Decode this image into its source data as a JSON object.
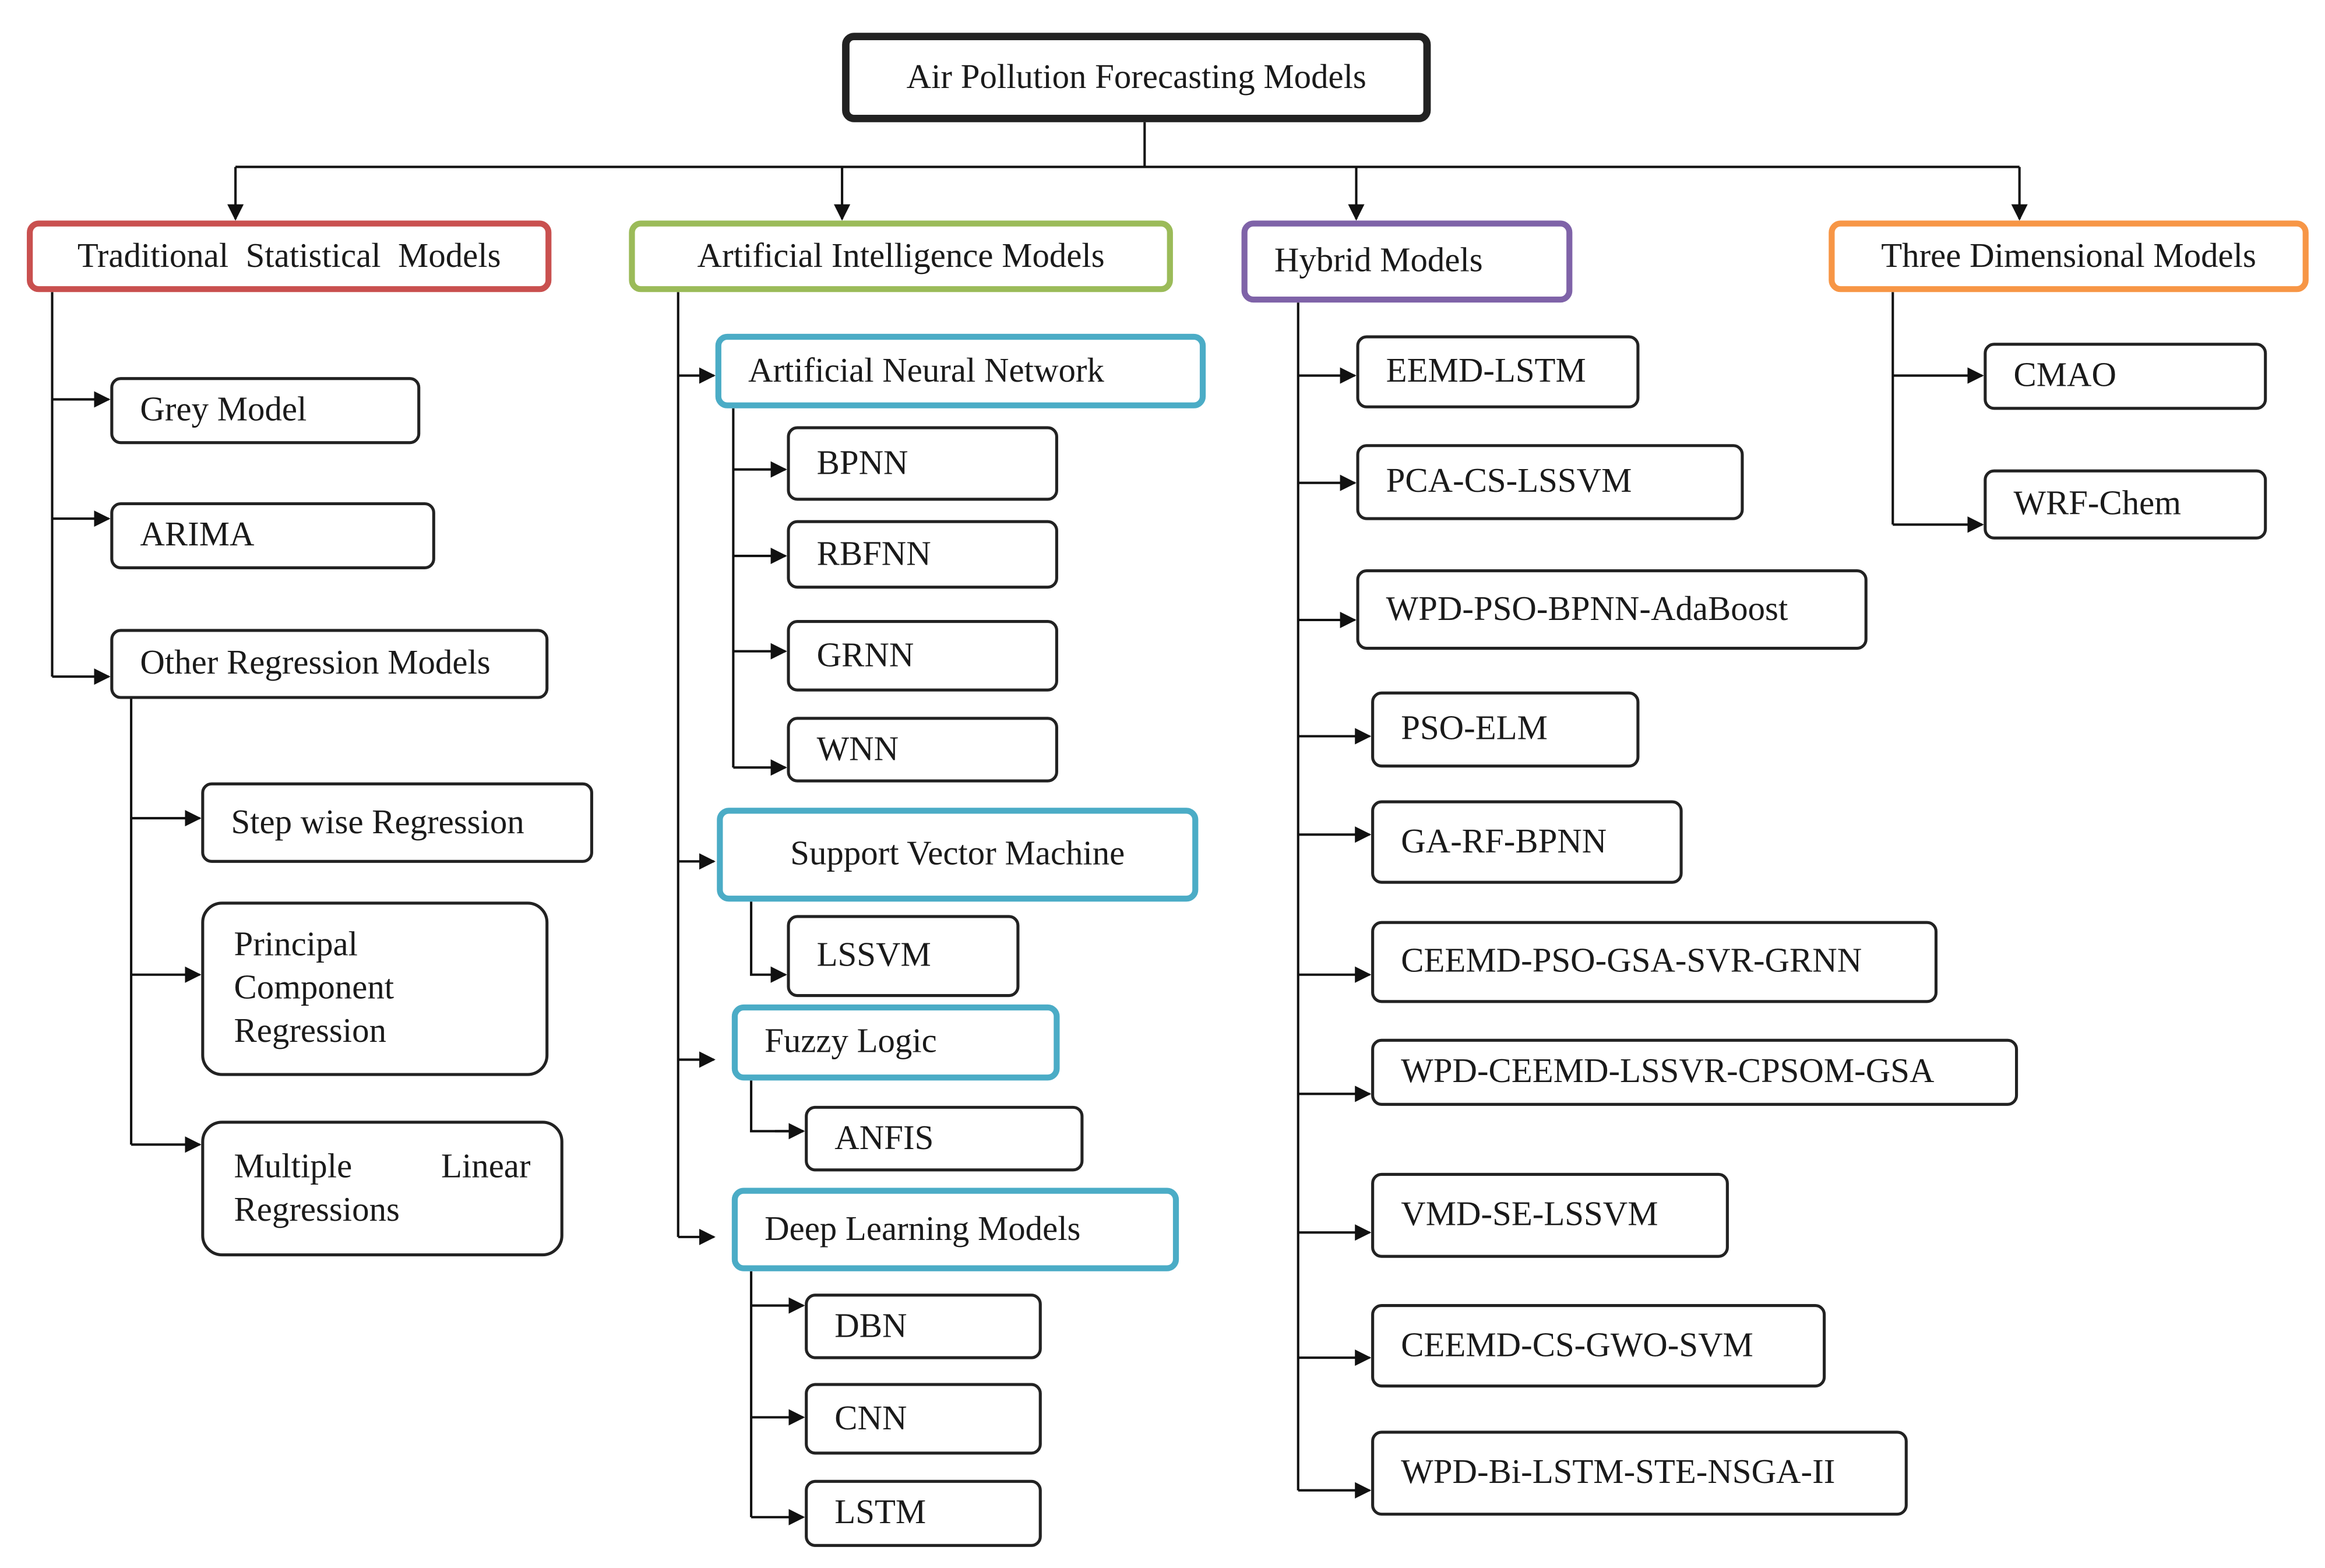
{
  "root": {
    "label": "Air Pollution Forecasting Models"
  },
  "categories": {
    "traditional": {
      "label": "Traditional  Statistical  Models",
      "color": "#c9504f"
    },
    "ai": {
      "label": "Artificial Intelligence Models",
      "color": "#9bbb59"
    },
    "hybrid": {
      "label": "Hybrid Models",
      "color": "#7f63a8"
    },
    "three_d": {
      "label": "Three Dimensional Models",
      "color": "#f79646"
    }
  },
  "subcategory_color": "#4bacc6",
  "traditional": {
    "grey": "Grey Model",
    "arima": "ARIMA",
    "other": "Other Regression Models",
    "stepwise": "Step wise Regression",
    "pcr": "Principal Component Regression",
    "mlr": "Multiple Linear Regressions"
  },
  "ai": {
    "ann": {
      "label": "Artificial Neural Network",
      "children": [
        "BPNN",
        "RBFNN",
        "GRNN",
        "WNN"
      ]
    },
    "svm": {
      "label": "Support Vector Machine",
      "children": [
        "LSSVM"
      ]
    },
    "fuzzy": {
      "label": "Fuzzy Logic",
      "children": [
        "ANFIS"
      ]
    },
    "dl": {
      "label": "Deep Learning Models",
      "children": [
        "DBN",
        "CNN",
        "LSTM"
      ]
    }
  },
  "hybrid": {
    "items": [
      "EEMD-LSTM",
      "PCA-CS-LSSVM",
      "WPD-PSO-BPNN-AdaBoost",
      "PSO-ELM",
      "GA-RF-BPNN",
      "CEEMD-PSO-GSA-SVR-GRNN",
      "WPD-CEEMD-LSSVR-CPSOM-GSA",
      "VMD-SE-LSSVM",
      "CEEMD-CS-GWO-SVM",
      "WPD-Bi-LSTM-STE-NSGA-II"
    ]
  },
  "three_d": {
    "items": [
      "CMAO",
      "WRF-Chem"
    ]
  }
}
